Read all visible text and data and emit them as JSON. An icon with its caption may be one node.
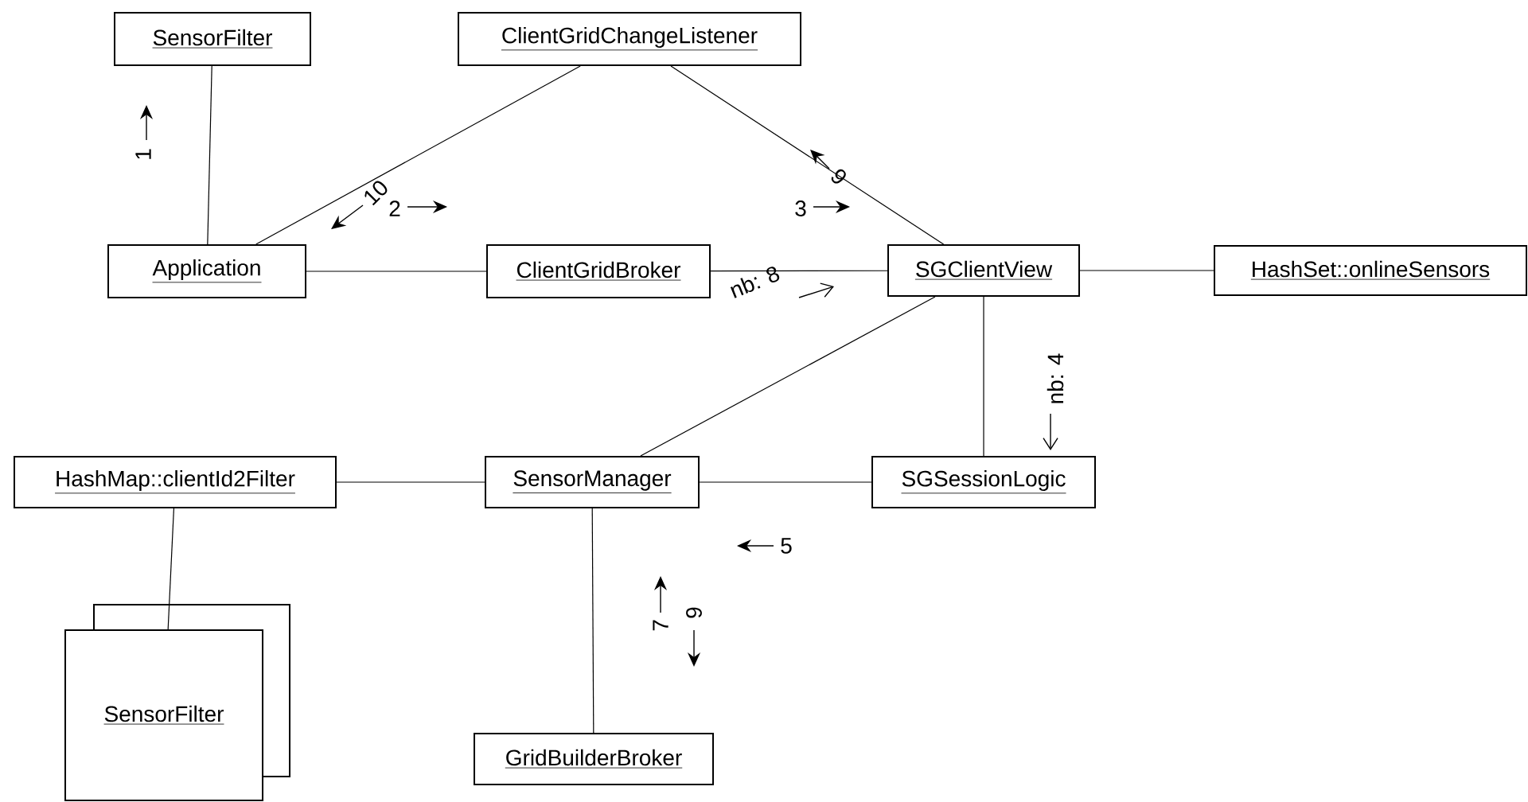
{
  "diagram": {
    "nodes": [
      {
        "text": [
          "SensorFilter"
        ]
      },
      {
        "text": [
          "ClientGridChangeListener"
        ]
      },
      {
        "text": [
          "Application"
        ]
      },
      {
        "text": [
          "ClientGridBroker"
        ]
      },
      {
        "text": [
          "SGClientView"
        ]
      },
      {
        "text": [
          "HashSet::onlineSensors"
        ]
      },
      {
        "text": [
          "HashMap::clientId2Filter"
        ]
      },
      {
        "text": [
          "SensorManager"
        ]
      },
      {
        "text": [
          "SGSessionLogic"
        ]
      },
      {
        "text": [
          "SensorFilter"
        ]
      },
      {
        "text": [
          "GridBuilderBroker"
        ]
      }
    ],
    "edges": [
      {
        "from": 0,
        "to": 2,
        "arrow": "none"
      },
      {
        "from": 1,
        "to": 2,
        "arrow": "none"
      },
      {
        "from": 2,
        "to": 3,
        "arrow": "none"
      },
      {
        "from": 3,
        "to": 4,
        "arrow": "none"
      },
      {
        "from": 1,
        "to": 4,
        "arrow": "none"
      },
      {
        "from": 4,
        "to": 5,
        "arrow": "none"
      },
      {
        "from": 4,
        "to": 7,
        "arrow": "none"
      },
      {
        "from": 4,
        "to": 8,
        "arrow": "none"
      },
      {
        "from": 6,
        "to": 7,
        "arrow": "none"
      },
      {
        "from": 7,
        "to": 8,
        "arrow": "none"
      },
      {
        "from": 6,
        "to": 9,
        "arrow": "none"
      },
      {
        "from": 7,
        "to": 10,
        "arrow": "none"
      }
    ],
    "labels": [
      "1",
      "10",
      "2",
      "9",
      "3",
      "nb: 8",
      "nb: 4",
      "5",
      "7",
      "6"
    ]
  }
}
